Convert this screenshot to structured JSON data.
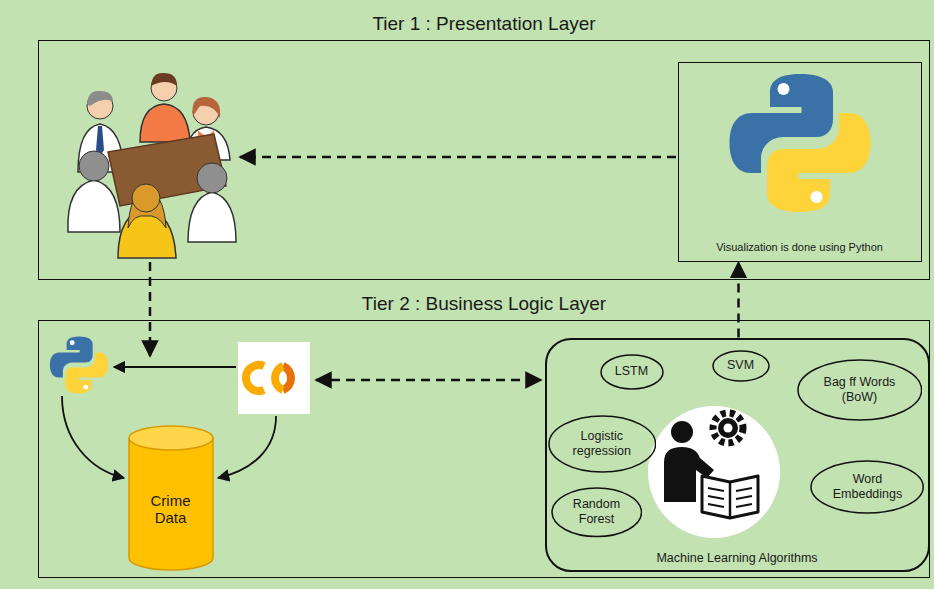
{
  "diagram": {
    "nodes": [
      {
        "text": [
          "Tier 1 : Presentation Layer"
        ]
      },
      {
        "text": [
          "Visualization is done using Python"
        ],
        "in": 0
      },
      {
        "text": [
          "Tier 2 : Business Logic Layer"
        ]
      },
      {
        "text": [
          "Crime Data"
        ],
        "in": 2
      },
      {
        "text": [
          "Machine Learning Algorithms"
        ],
        "in": 2
      },
      {
        "text": [
          "LSTM"
        ],
        "in": 4
      },
      {
        "text": [
          "SVM"
        ],
        "in": 4
      },
      {
        "text": [
          "Bag ff Words (BoW)"
        ],
        "in": 4
      },
      {
        "text": [
          "Logistic regression"
        ],
        "in": 4
      },
      {
        "text": [
          "Word Embeddings"
        ],
        "in": 4
      },
      {
        "text": [
          "Random Forest"
        ],
        "in": 4
      }
    ],
    "edges": [
      {
        "from": 4,
        "to": 1,
        "arrow": "to"
      }
    ]
  }
}
